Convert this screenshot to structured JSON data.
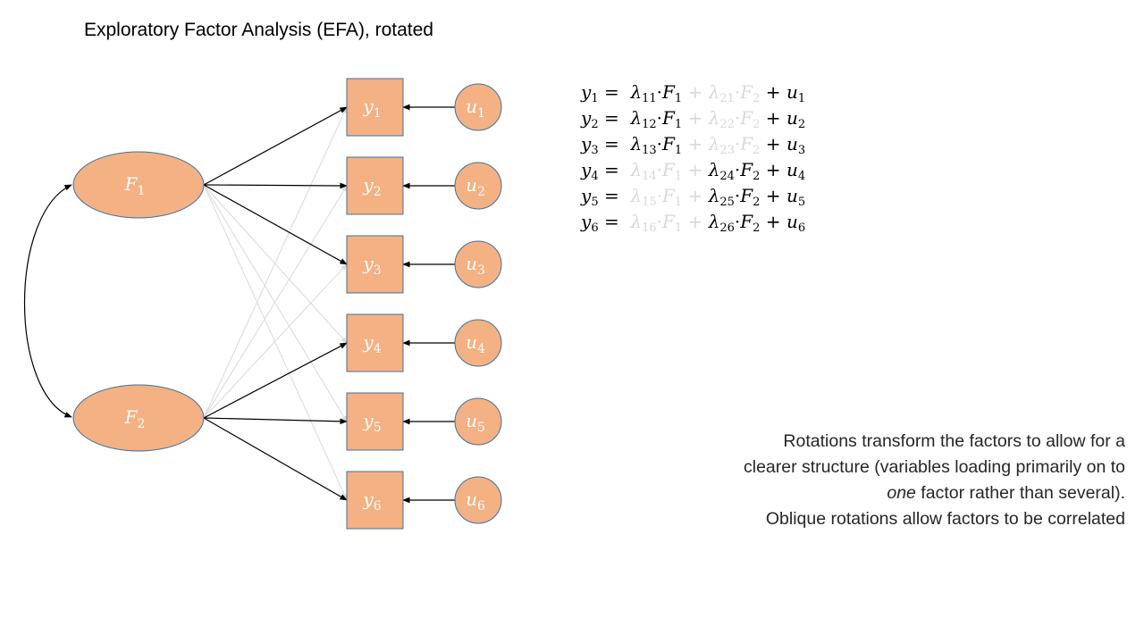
{
  "title": "Exploratory Factor Analysis (EFA), rotated",
  "colors": {
    "node_fill": "#f4b183",
    "node_stroke": "#41719c",
    "strong_path": "#000000",
    "weak_path": "#d9d9d9",
    "faded_text": "#d9d9d9"
  },
  "factors": [
    {
      "id": "F1",
      "symbol": "F",
      "sub": "1"
    },
    {
      "id": "F2",
      "symbol": "F",
      "sub": "2"
    }
  ],
  "observed": [
    {
      "id": "y1",
      "symbol": "y",
      "sub": "1",
      "error": {
        "symbol": "u",
        "sub": "1"
      }
    },
    {
      "id": "y2",
      "symbol": "y",
      "sub": "2",
      "error": {
        "symbol": "u",
        "sub": "2"
      }
    },
    {
      "id": "y3",
      "symbol": "y",
      "sub": "3",
      "error": {
        "symbol": "u",
        "sub": "3"
      }
    },
    {
      "id": "y4",
      "symbol": "y",
      "sub": "4",
      "error": {
        "symbol": "u",
        "sub": "4"
      }
    },
    {
      "id": "y5",
      "symbol": "y",
      "sub": "5",
      "error": {
        "symbol": "u",
        "sub": "5"
      }
    },
    {
      "id": "y6",
      "symbol": "y",
      "sub": "6",
      "error": {
        "symbol": "u",
        "sub": "6"
      }
    }
  ],
  "loadings": [
    {
      "from": "F1",
      "to": "y1",
      "strong": true
    },
    {
      "from": "F1",
      "to": "y2",
      "strong": true
    },
    {
      "from": "F1",
      "to": "y3",
      "strong": true
    },
    {
      "from": "F1",
      "to": "y4",
      "strong": false
    },
    {
      "from": "F1",
      "to": "y5",
      "strong": false
    },
    {
      "from": "F1",
      "to": "y6",
      "strong": false
    },
    {
      "from": "F2",
      "to": "y1",
      "strong": false
    },
    {
      "from": "F2",
      "to": "y2",
      "strong": false
    },
    {
      "from": "F2",
      "to": "y3",
      "strong": false
    },
    {
      "from": "F2",
      "to": "y4",
      "strong": true
    },
    {
      "from": "F2",
      "to": "y5",
      "strong": true
    },
    {
      "from": "F2",
      "to": "y6",
      "strong": true
    }
  ],
  "correlation": {
    "between": [
      "F1",
      "F2"
    ],
    "bidirectional": true
  },
  "equations": [
    {
      "lhs": {
        "v": "y",
        "s": "1"
      },
      "t1": {
        "l": "11",
        "f": "1",
        "faded": false
      },
      "t2": {
        "l": "21",
        "f": "2",
        "faded": true
      },
      "u": "1"
    },
    {
      "lhs": {
        "v": "y",
        "s": "2"
      },
      "t1": {
        "l": "12",
        "f": "1",
        "faded": false
      },
      "t2": {
        "l": "22",
        "f": "2",
        "faded": true
      },
      "u": "2"
    },
    {
      "lhs": {
        "v": "y",
        "s": "3"
      },
      "t1": {
        "l": "13",
        "f": "1",
        "faded": false
      },
      "t2": {
        "l": "23",
        "f": "2",
        "faded": true
      },
      "u": "3"
    },
    {
      "lhs": {
        "v": "y",
        "s": "4"
      },
      "t1": {
        "l": "14",
        "f": "1",
        "faded": true
      },
      "t2": {
        "l": "24",
        "f": "2",
        "faded": false
      },
      "u": "4"
    },
    {
      "lhs": {
        "v": "y",
        "s": "5"
      },
      "t1": {
        "l": "15",
        "f": "1",
        "faded": true
      },
      "t2": {
        "l": "25",
        "f": "2",
        "faded": false
      },
      "u": "5"
    },
    {
      "lhs": {
        "v": "y",
        "s": "6"
      },
      "t1": {
        "l": "16",
        "f": "1",
        "faded": true
      },
      "t2": {
        "l": "26",
        "f": "2",
        "faded": false
      },
      "u": "6"
    }
  ],
  "note": {
    "line1": "Rotations transform the factors to allow for a",
    "line2": "clearer structure (variables loading primarily on to",
    "line3_em": "one",
    "line3_rest": " factor rather than several).",
    "line4": "Oblique rotations allow factors to be correlated"
  }
}
